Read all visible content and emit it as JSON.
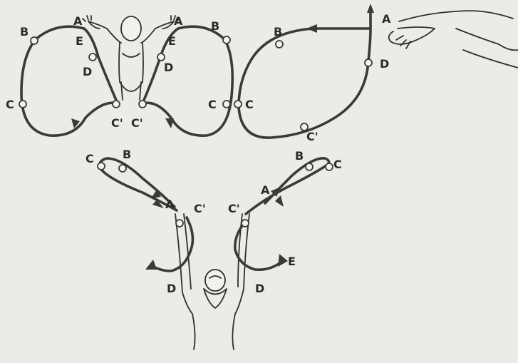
{
  "labels": {
    "tl_A_left": "A",
    "tl_B_left": "B",
    "tl_E_left": "E",
    "tl_D_left": "D",
    "tl_C_left": "C",
    "tl_Cp_left": "C'",
    "tl_A_right": "A",
    "tl_B_right": "B",
    "tl_E_right": "E",
    "tl_D_right": "D",
    "tl_C_right": "C",
    "tl_Cp_right": "C'",
    "tr_A": "A",
    "tr_B": "B",
    "tr_C": "C",
    "tr_D": "D",
    "tr_Cp": "C'",
    "b_C_left": "C",
    "b_B_left": "B",
    "b_A_left": "A",
    "b_Cp_left": "C'",
    "b_D_left": "D",
    "b_C_right": "C",
    "b_B_right": "B",
    "b_A_right": "A",
    "b_Cp_right": "C'",
    "b_D_right": "D",
    "b_E_right": "E"
  }
}
